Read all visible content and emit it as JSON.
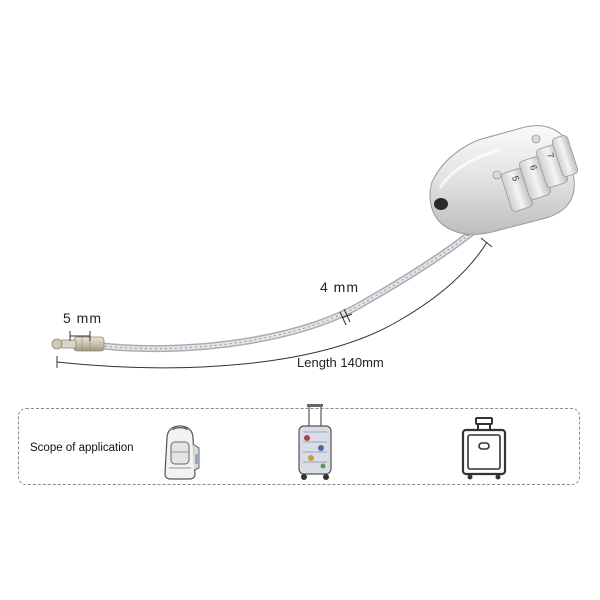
{
  "dimensions": {
    "shackle_diameter": "5 mm",
    "cable_diameter": "4 mm",
    "cable_length": "Length 140mm"
  },
  "scope": {
    "label": "Scope of application",
    "icons": [
      "backpack-icon",
      "suitcase-icon",
      "trolley-icon"
    ]
  },
  "lock": {
    "dials": [
      "5",
      "6",
      "7"
    ],
    "colors": {
      "body": "#e6e6e6",
      "cable": "#cfd2d6",
      "line": "#333333"
    }
  }
}
